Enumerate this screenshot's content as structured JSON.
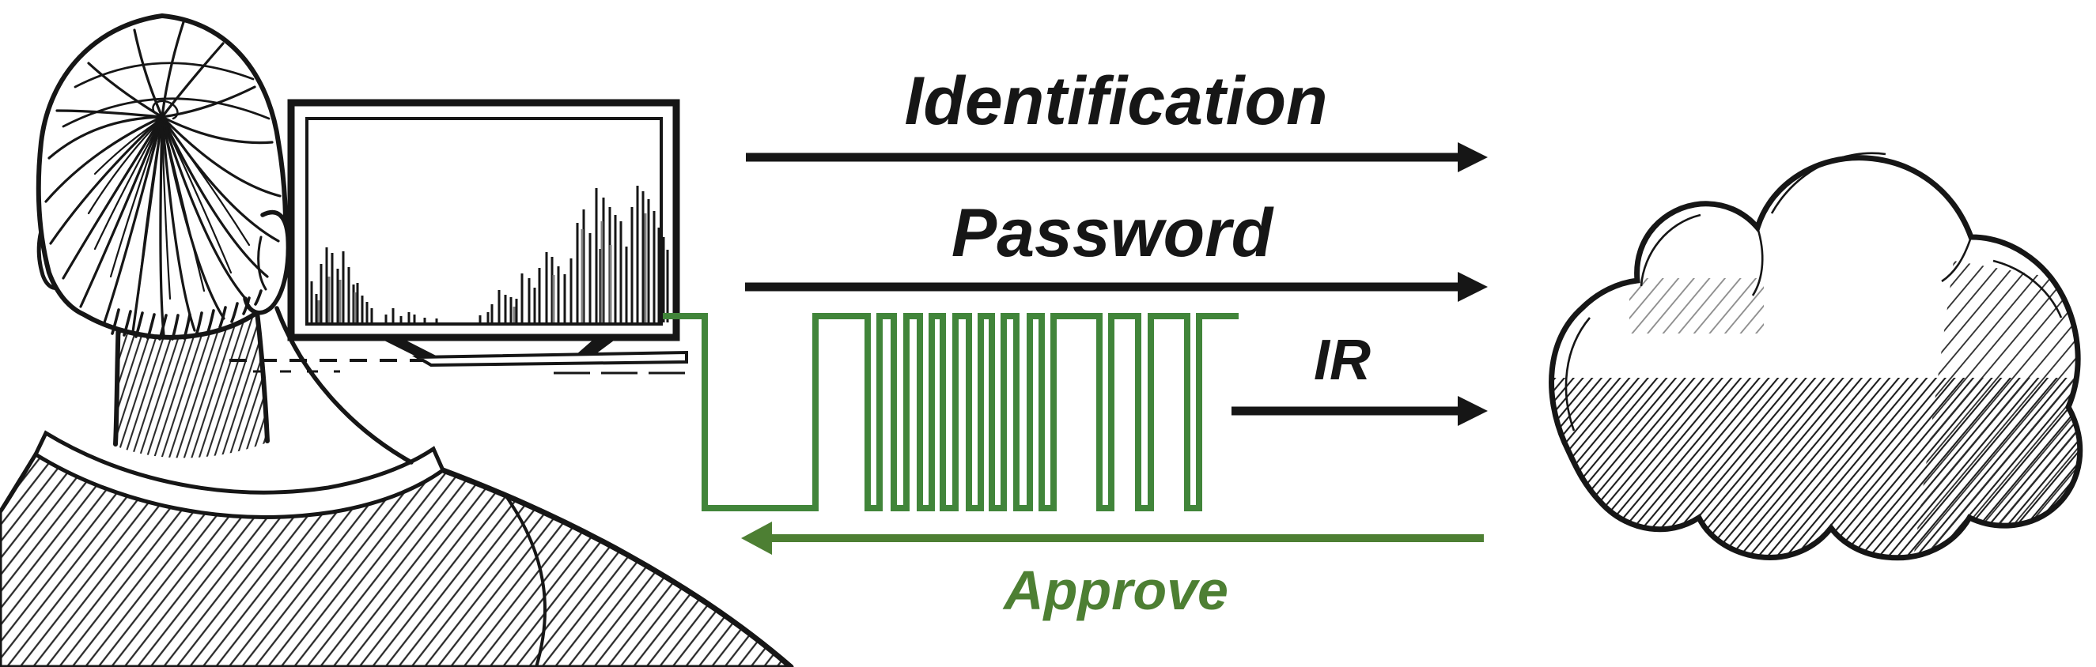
{
  "diagram": {
    "arrows": [
      {
        "label": "Identification",
        "direction": "right",
        "color": "#161616"
      },
      {
        "label": "Password",
        "direction": "right",
        "color": "#161616"
      },
      {
        "label": "IR",
        "direction": "right",
        "color": "#161616"
      },
      {
        "label": "Approve",
        "direction": "left",
        "color": "#4d7f33"
      }
    ],
    "colors": {
      "ink": "#161616",
      "signal_green": "#41853a",
      "approve_green": "#4d7f33",
      "background": "#ffffff"
    },
    "icons": [
      {
        "name": "person-watching-tv-sketch"
      },
      {
        "name": "tv-sketch"
      },
      {
        "name": "ir-signal-waveform"
      },
      {
        "name": "cloud-sketch"
      }
    ]
  }
}
